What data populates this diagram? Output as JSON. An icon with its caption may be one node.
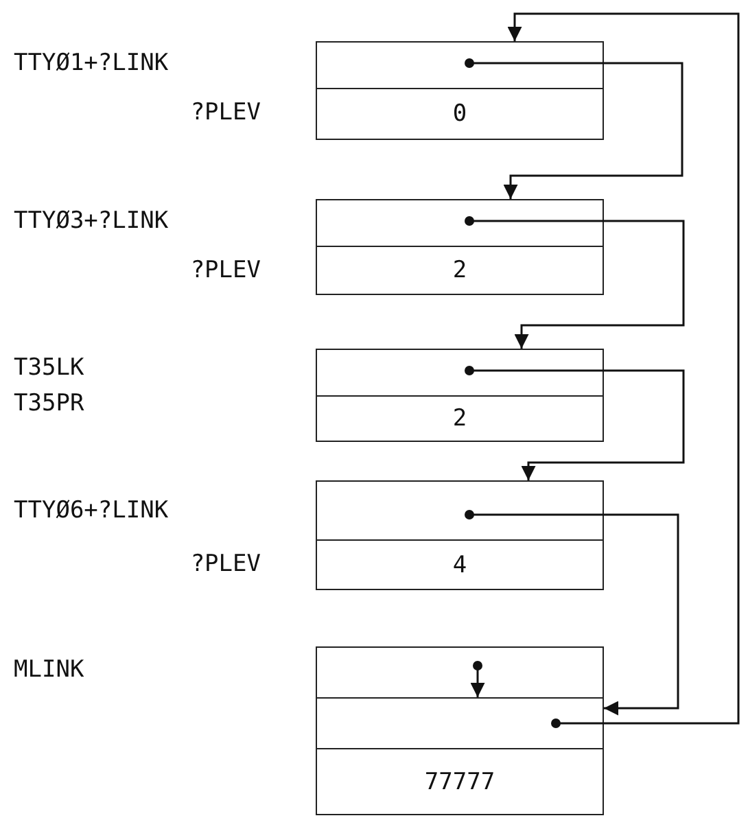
{
  "diagram": {
    "nodes": [
      {
        "text": [],
        "shape": "box"
      },
      {
        "text": [
          "0"
        ]
      },
      {
        "text": [],
        "shape": "box"
      },
      {
        "text": [
          "2"
        ]
      },
      {
        "text": [],
        "shape": "box"
      },
      {
        "text": [
          "2"
        ]
      },
      {
        "text": [],
        "shape": "box"
      },
      {
        "text": [
          "4"
        ]
      },
      {
        "text": [],
        "shape": "box"
      },
      {
        "text": [],
        "shape": "box"
      },
      {
        "text": [
          "77777"
        ]
      }
    ],
    "edges": [
      {
        "from": 0,
        "to": 2,
        "arrow": "to"
      },
      {
        "from": 2,
        "to": 4,
        "arrow": "to"
      },
      {
        "from": 4,
        "to": 6,
        "arrow": "to"
      },
      {
        "from": 6,
        "to": 9,
        "arrow": "to"
      },
      {
        "from": 8,
        "to": 9,
        "arrow": "to"
      },
      {
        "from": 9,
        "to": 0,
        "arrow": "to"
      }
    ],
    "labels": [
      "TTYØ1+?LINK",
      "?PLEV",
      "TTYØ3+?LINK",
      "?PLEV",
      "T35LK",
      "T35PR",
      "TTYØ6+?LINK",
      "?PLEV",
      "MLINK"
    ]
  }
}
